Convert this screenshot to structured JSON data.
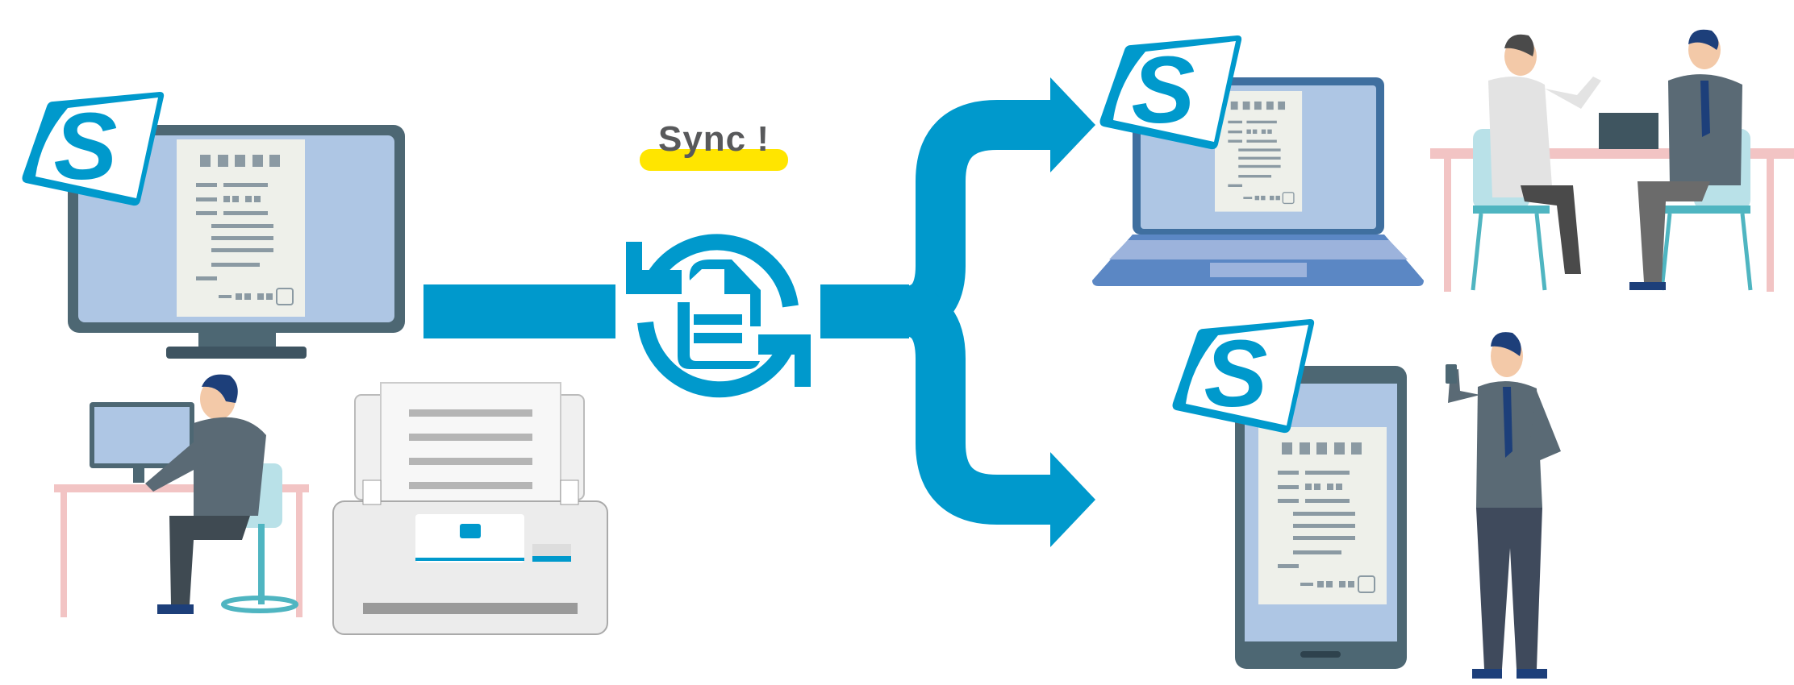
{
  "sync": {
    "label": "Sync !"
  },
  "logo": {
    "letter": "S"
  },
  "icons": {
    "center": "sync-document-icon",
    "flow": "branching-arrow"
  },
  "colors": {
    "accent": "#0099cc",
    "highlight": "#ffe500",
    "device_frame": "#4d6773",
    "screen": "#aec6e4",
    "document": "#eef0ea",
    "text_gray": "#58595b"
  }
}
